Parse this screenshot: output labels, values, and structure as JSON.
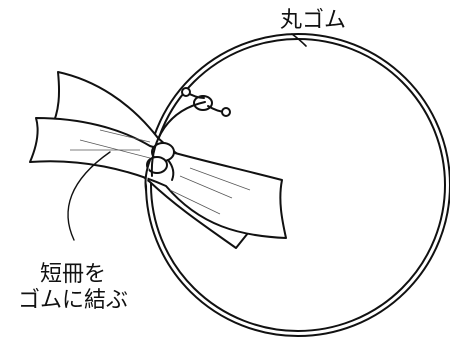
{
  "labels": {
    "rubber_band": "丸ゴム",
    "tie_line1": "短冊を",
    "tie_line2": "ゴムに結ぶ"
  },
  "colors": {
    "ink": "#111111",
    "paper": "#ffffff",
    "hatch": "#555555"
  }
}
